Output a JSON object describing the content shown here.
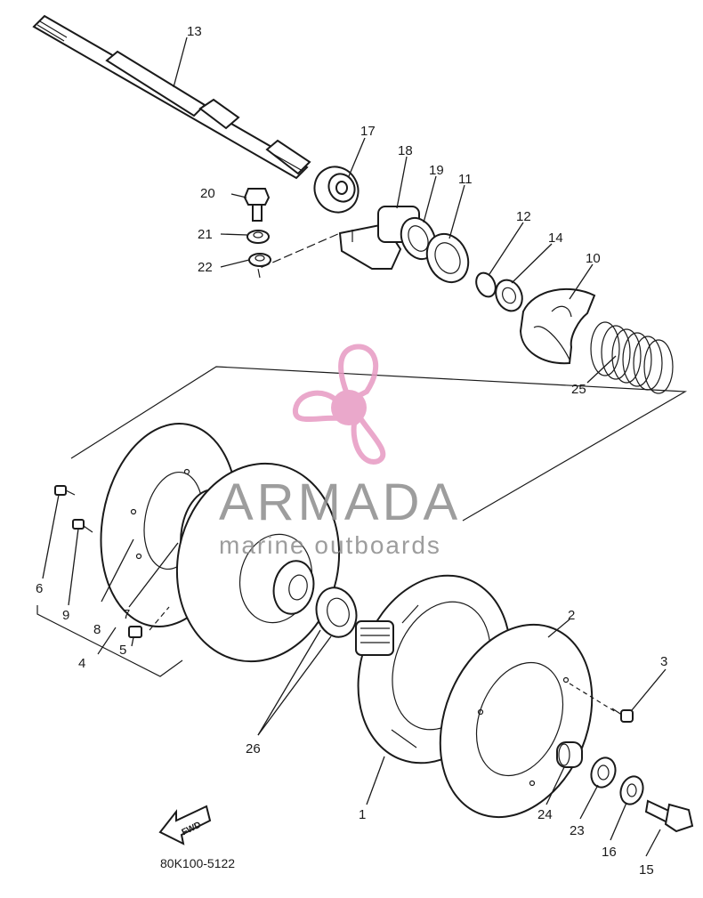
{
  "diagram": {
    "callouts": [
      "1",
      "2",
      "3",
      "4",
      "5",
      "6",
      "7",
      "8",
      "9",
      "10",
      "11",
      "12",
      "13",
      "14",
      "15",
      "16",
      "17",
      "18",
      "19",
      "20",
      "21",
      "22",
      "23",
      "24",
      "25",
      "26"
    ],
    "part_code": "80K100-5122",
    "fwd_label": "FWD"
  },
  "watermark": {
    "brand": "ARMADA",
    "tagline": "marine outboards",
    "logo_color": "#e79ac3"
  }
}
